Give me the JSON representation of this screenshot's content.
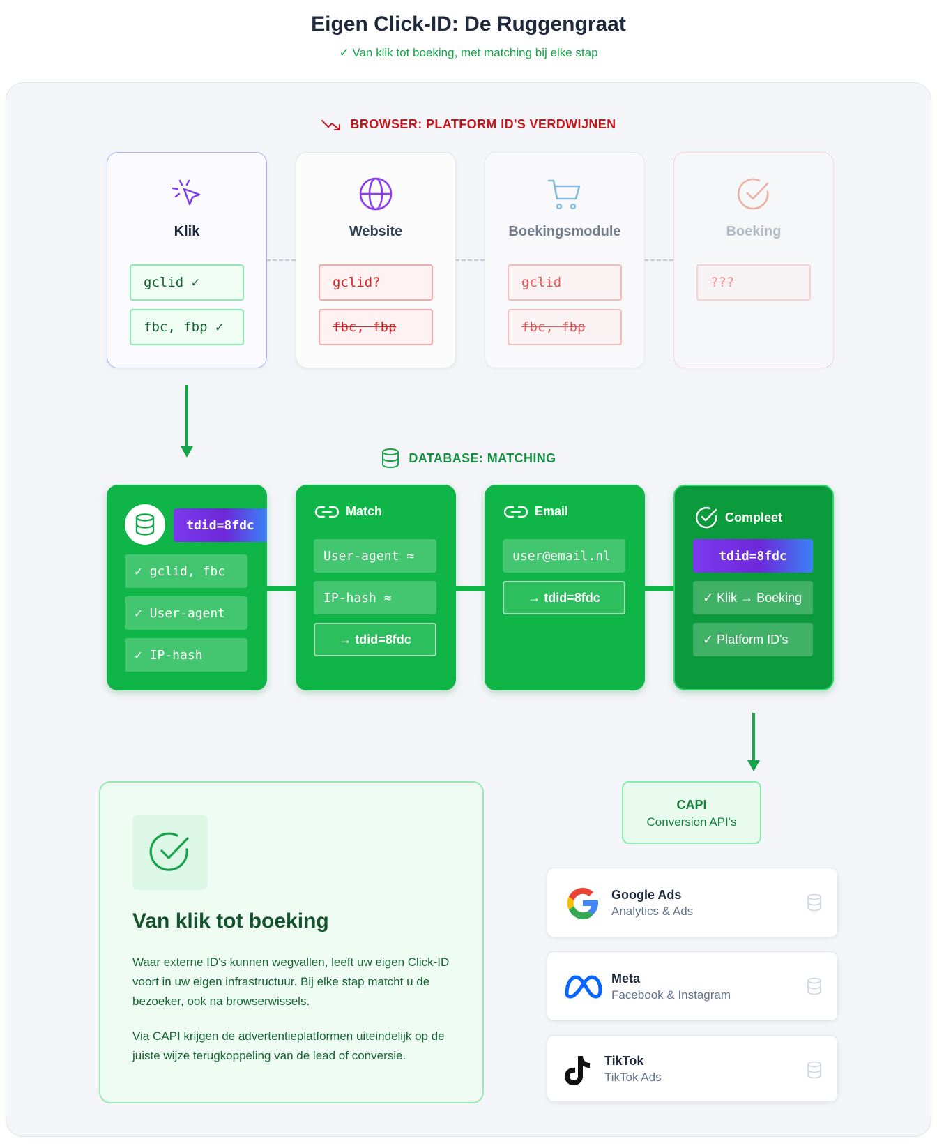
{
  "header": {
    "title": "Eigen Click-ID: De Ruggengraat",
    "subtitle": "✓ Van klik tot boeking, met matching bij elke stap"
  },
  "browser": {
    "label": "BROWSER: PLATFORM ID'S VERDWIJNEN",
    "cards": [
      {
        "name": "Klik",
        "icon": "cursor-click-icon",
        "pills": [
          "gclid ✓",
          "fbc, fbp ✓"
        ]
      },
      {
        "name": "Website",
        "icon": "globe-icon",
        "pills": [
          "gclid?",
          "fbc, fbp"
        ]
      },
      {
        "name": "Boekingsmodule",
        "icon": "cart-icon",
        "pills": [
          "gclid",
          "fbc, fbp"
        ]
      },
      {
        "name": "Boeking",
        "icon": "check-circle-icon",
        "pills": [
          "???"
        ]
      }
    ]
  },
  "database": {
    "label": "DATABASE: MATCHING",
    "cards": [
      {
        "tag": "tdid=8fdc",
        "icon": "database-icon",
        "pills": [
          "✓  gclid, fbc",
          "✓  User-agent",
          "✓  IP-hash"
        ]
      },
      {
        "title": "Match",
        "icon": "link-icon",
        "pills": [
          "User-agent ≈",
          "IP-hash ≈"
        ],
        "result": "→ tdid=8fdc"
      },
      {
        "title": "Email",
        "icon": "link-icon",
        "pills": [
          "user@email.nl"
        ],
        "result": "→ tdid=8fdc"
      },
      {
        "title": "Compleet",
        "icon": "check-circle-icon",
        "tag": "tdid=8fdc",
        "pills": [
          "✓ Klik → Boeking",
          "✓ Platform ID's"
        ]
      }
    ]
  },
  "info": {
    "title": "Van klik tot boeking",
    "p1": "Waar externe ID's kunnen wegvallen, leeft uw eigen Click-ID voort in uw eigen infrastructuur. Bij elke stap matcht u de bezoeker, ook na browserwissels.",
    "p2": "Via CAPI krijgen de advertentieplatformen uiteindelijk op de juiste wijze terugkoppeling van de lead of conversie."
  },
  "capi": {
    "title": "CAPI",
    "subtitle": "Conversion API's"
  },
  "platforms": [
    {
      "name": "Google Ads",
      "sub": "Analytics & Ads",
      "icon": "google-logo"
    },
    {
      "name": "Meta",
      "sub": "Facebook & Instagram",
      "icon": "meta-logo"
    },
    {
      "name": "TikTok",
      "sub": "TikTok Ads",
      "icon": "tiktok-logo"
    }
  ],
  "colors": {
    "green": "#10b548",
    "red": "#c8141c",
    "purple": "#7c3aed",
    "blue": "#3b82f6"
  }
}
